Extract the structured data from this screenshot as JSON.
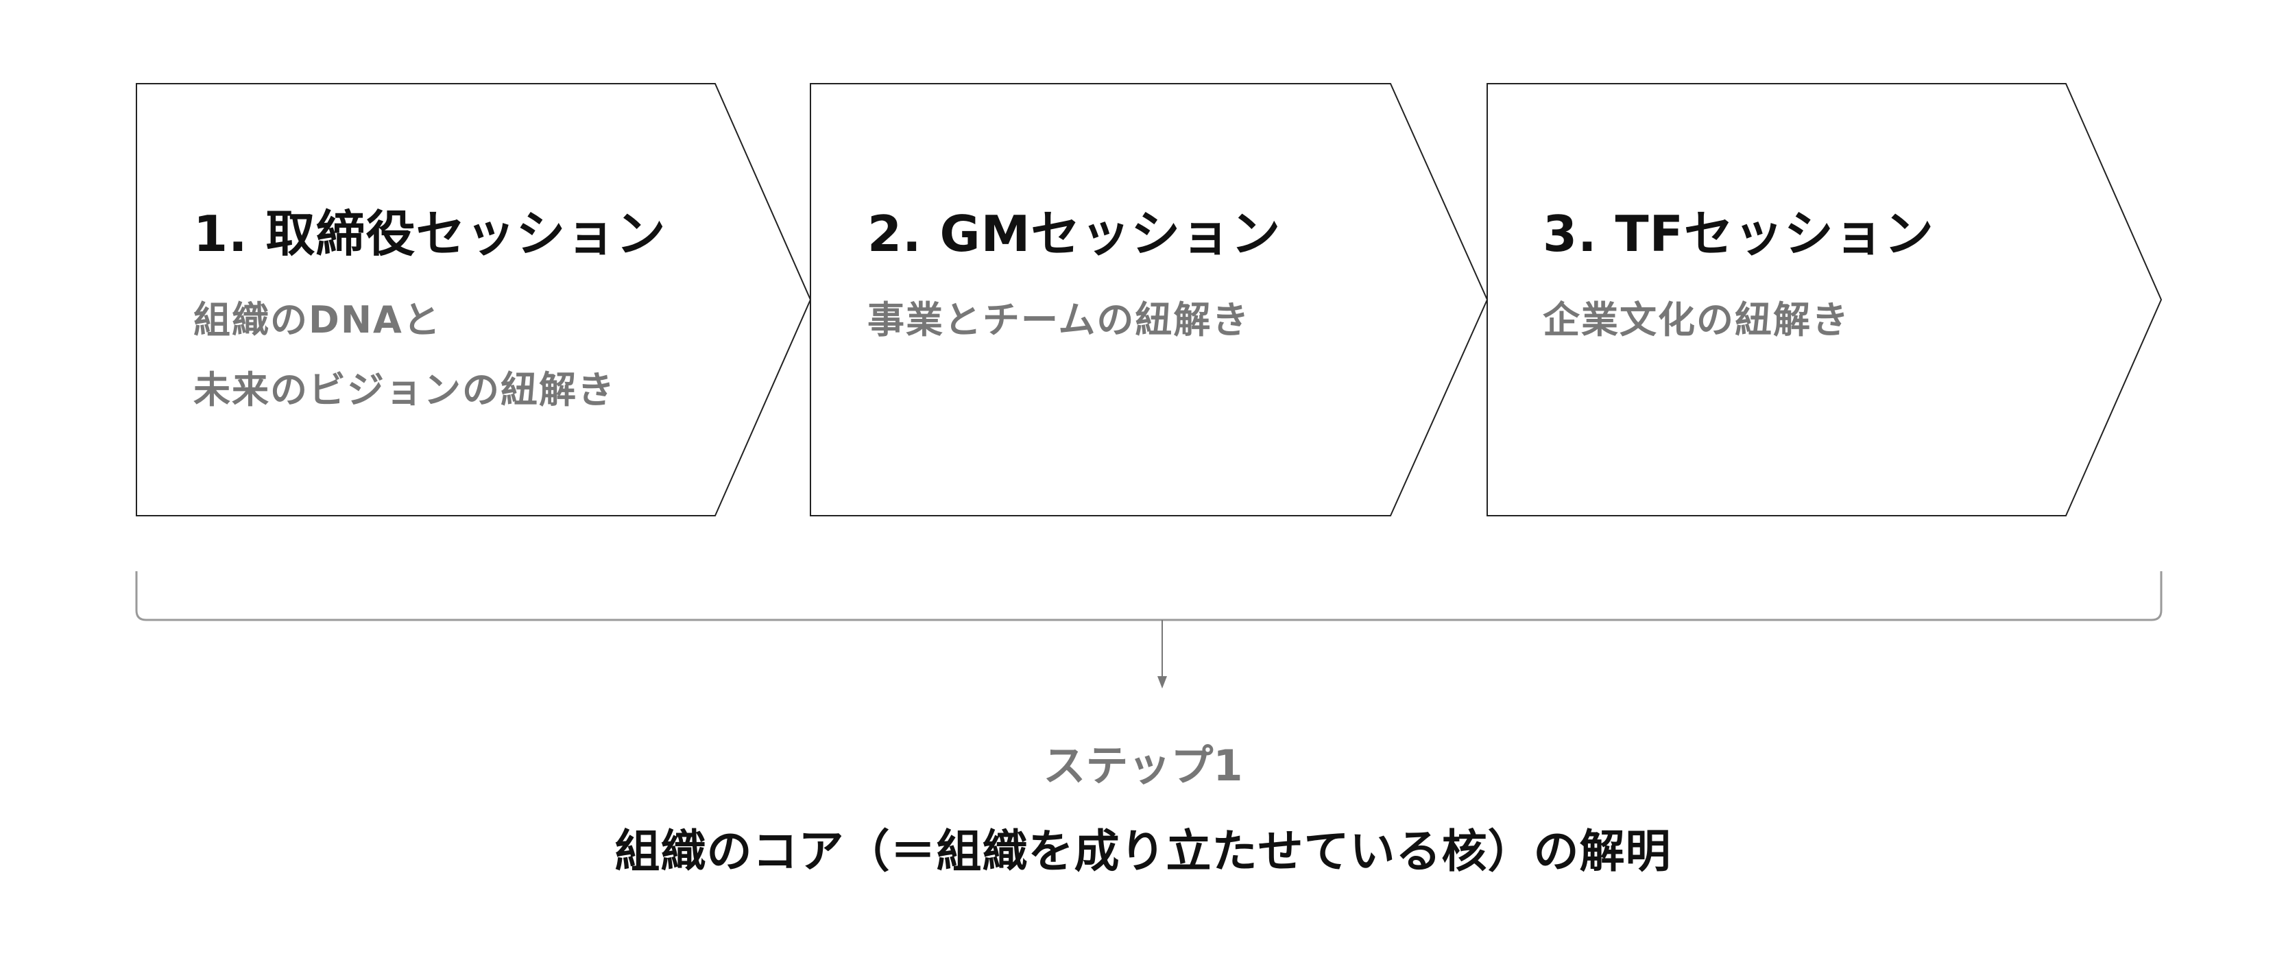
{
  "sessions": [
    {
      "title": "1. 取締役セッション",
      "description": "組織のDNAと\n未来のビジョンの紐解き"
    },
    {
      "title": "2. GMセッション",
      "description": "事業とチームの紐解き"
    },
    {
      "title": "3. TFセッション",
      "description": "企業文化の紐解き"
    }
  ],
  "result": {
    "step_label": "ステップ1",
    "summary": "組織のコア（＝組織を成り立たせている核）の解明"
  },
  "colors": {
    "border": "#222222",
    "bracket": "#9a9a9a",
    "sub_text": "#777777",
    "title_text": "#111111"
  }
}
